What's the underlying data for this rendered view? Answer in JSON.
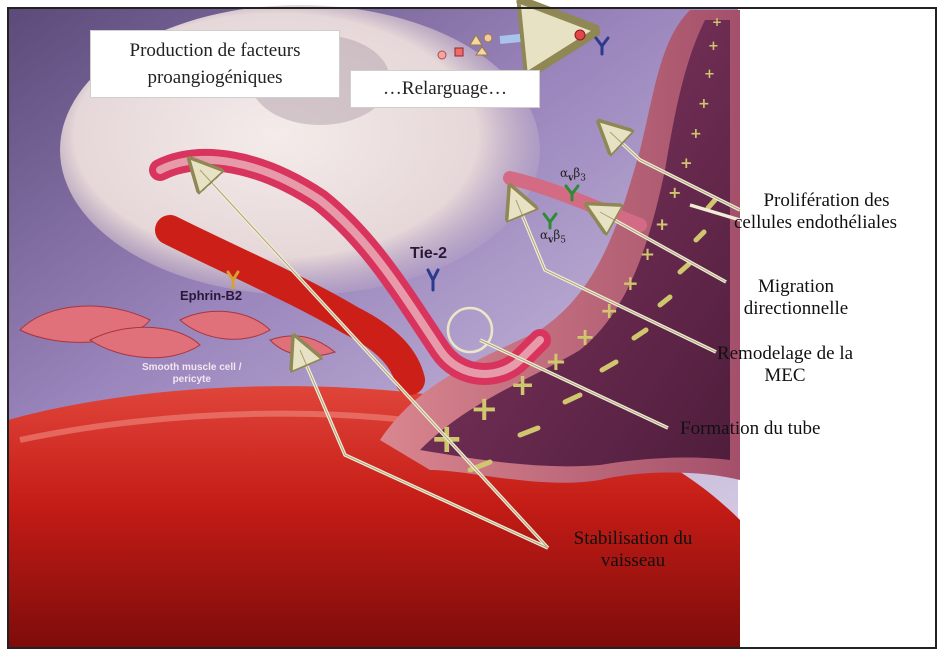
{
  "boxes": {
    "production_line1": "Production de facteurs",
    "production_line2": "proangiogéniques",
    "relarguage": "…Relarguage…"
  },
  "labels": {
    "proliferation_line1": "Prolifération des",
    "proliferation_line2": "cellules endothéliales",
    "migration_line1": "Migration",
    "migration_line2": "directionnelle",
    "remodelage_line1": "Remodelage de la",
    "remodelage_line2": "MEC",
    "formation": "Formation du tube",
    "stabilisation_line1": "Stabilisation du",
    "stabilisation_line2": "vaisseau"
  },
  "molecules": {
    "tie2": "Tie-2",
    "ephrin": "Ephrin-B2",
    "smooth_line1": "Smooth muscle cell /",
    "smooth_line2": "pericyte",
    "avb3_alpha": "α",
    "avb3_sub_v": "v",
    "avb3_beta": "β",
    "avb3_sub_3": "3",
    "avb5_alpha": "α",
    "avb5_sub_v": "v",
    "avb5_beta": "β",
    "avb5_sub_5": "5"
  },
  "colors": {
    "background_purple": "#8e73b0",
    "vessel_red": "#c81e1a",
    "vessel_pink": "#c86b7e",
    "sprout_inner": "#6e2f56",
    "plus_marks": "#c8c26a",
    "tumor": "#e9dfe0",
    "arrow": "#b9b07a",
    "receptor_blue": "#2b3a8a",
    "integrin_green": "#2f8a3a"
  }
}
